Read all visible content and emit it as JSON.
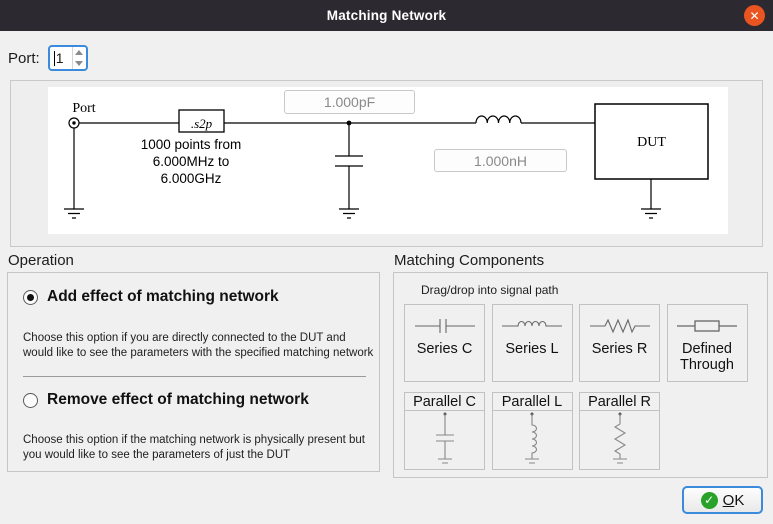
{
  "window": {
    "title": "Matching Network",
    "close_icon": "✕"
  },
  "port": {
    "label": "Port:",
    "value": "1"
  },
  "circuit": {
    "port_label": "Port",
    "s2p_label": ".s2p",
    "sweep_line1": "1000 points from",
    "sweep_line2": "6.000MHz to",
    "sweep_line3": "6.000GHz",
    "cap_value": "1.000pF",
    "ind_value": "1.000nH",
    "dut_label": "DUT"
  },
  "operation": {
    "heading": "Operation",
    "options": [
      {
        "label": "Add effect of matching network",
        "selected": true,
        "description": "Choose this option if you are directly connected to the DUT and would like to see the parameters with the specified matching network"
      },
      {
        "label": "Remove effect of matching network",
        "selected": false,
        "description": "Choose this option if the matching network is physically present but you would like to see the parameters of just the DUT"
      }
    ]
  },
  "components": {
    "heading": "Matching Components",
    "hint": "Drag/drop into signal path",
    "series": [
      {
        "label": "Series C"
      },
      {
        "label": "Series L"
      },
      {
        "label": "Series R"
      },
      {
        "label": "Defined Through"
      }
    ],
    "parallel": [
      {
        "label": "Parallel C"
      },
      {
        "label": "Parallel L"
      },
      {
        "label": "Parallel R"
      }
    ]
  },
  "footer": {
    "ok_label": "OK",
    "ok_icon": "✓"
  },
  "colors": {
    "titlebar": "#2c2930",
    "close_button": "#e95420",
    "focus_accent": "#3c8adb",
    "ok_check_green": "#28a228",
    "dialog_bg": "#f0f0f0"
  }
}
